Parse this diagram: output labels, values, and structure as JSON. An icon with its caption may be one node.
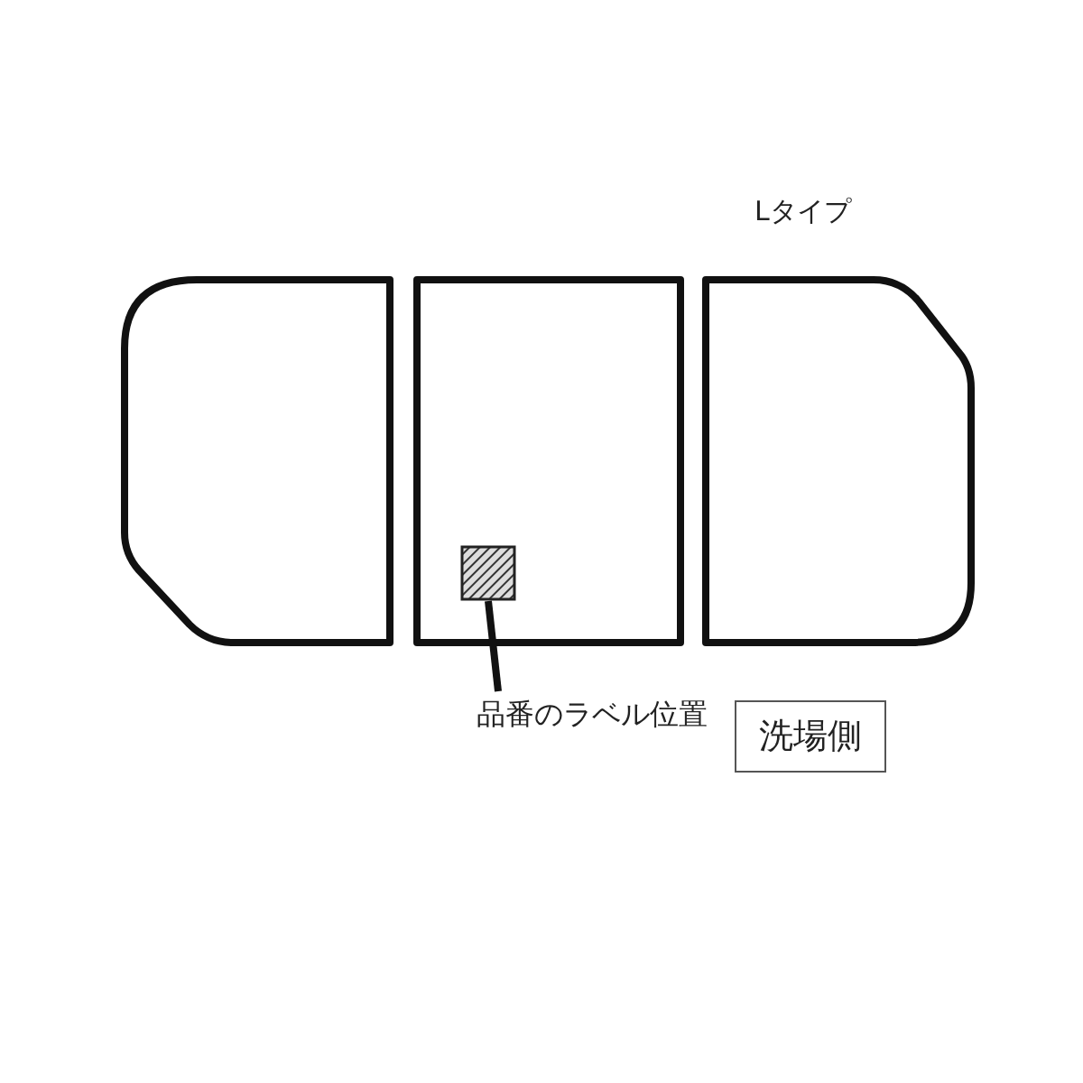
{
  "diagram": {
    "nodes": [
      {
        "text": [],
        "shape": "box"
      },
      {
        "text": [],
        "shape": "box"
      },
      {
        "text": [],
        "shape": "box",
        "in": 1
      },
      {
        "text": [],
        "shape": "box"
      },
      {
        "text": [
          "品番のラベル位置"
        ]
      },
      {
        "text": [
          "洗場側"
        ]
      }
    ],
    "edges": [
      {
        "from": 4,
        "to": 2,
        "arrow": "none"
      }
    ],
    "labels": [
      "Lタイプ"
    ]
  }
}
